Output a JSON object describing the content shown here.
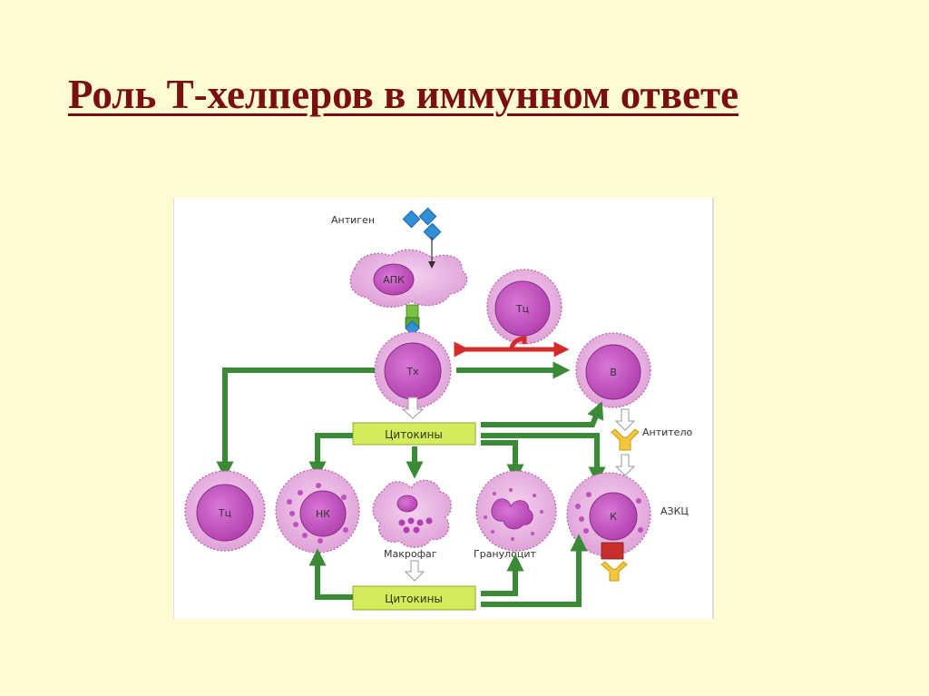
{
  "title": "Роль Т-хелперов в иммунном ответе",
  "diagram": {
    "antigen": "Антиген",
    "apc": "АПК",
    "tc_top": "Тц",
    "th": "Тх",
    "b": "В",
    "cytokines_top": "Цитокины",
    "cytokines_bottom": "Цитокины",
    "antibody": "Антитело",
    "tc_bottom": "Тц",
    "nk": "НК",
    "macrophage": "Макрофаг",
    "granulocyte": "Гранулоцит",
    "k": "К",
    "adcc": "АЗКЦ"
  },
  "colors": {
    "background": "#fefbd2",
    "title": "#7a0f10",
    "cell_fill": "#e9b2e2",
    "nucleus": "#c04fbf",
    "green_arrow": "#3b8a36",
    "red_arrow": "#d32a2a",
    "cytokine_box": "#d6eb5c",
    "antigen": "#2f8fd8",
    "antibody": "#f2c73c"
  }
}
